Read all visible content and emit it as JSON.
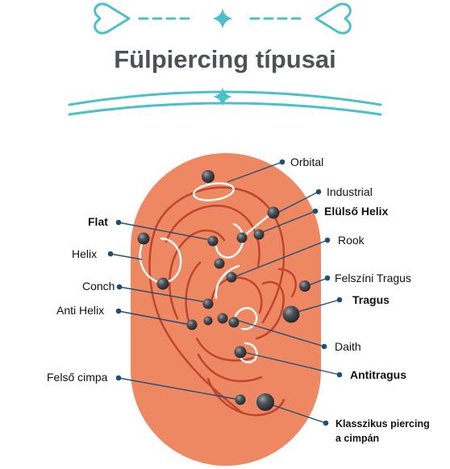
{
  "title": "Fülpiercing típusai",
  "colors": {
    "accent": "#4bbfca",
    "ear_background": "#ee8863",
    "ear_outline": "#c0442f",
    "pointer_line": "#1f4e78",
    "stud": "#3a3f44",
    "ring": "#ffffff",
    "title": "#4e5256"
  },
  "labels": {
    "orbital": "Orbital",
    "industrial": "Industrial",
    "elulso_helix": "Elülső Helix",
    "flat": "Flat",
    "rook": "Rook",
    "helix": "Helix",
    "felszini_tragus": "Felszíni Tragus",
    "conch": "Conch",
    "tragus": "Tragus",
    "anti_helix": "Anti Helix",
    "daith": "Daith",
    "antitragus": "Antitragus",
    "felso_cimpa": "Felső cimpa",
    "klasszikus_1": "Klasszikus piercing",
    "klasszikus_2": "a cimpán"
  },
  "icons": [
    "heart-outline-left-icon",
    "heart-outline-right-icon",
    "sparkle-icon"
  ]
}
